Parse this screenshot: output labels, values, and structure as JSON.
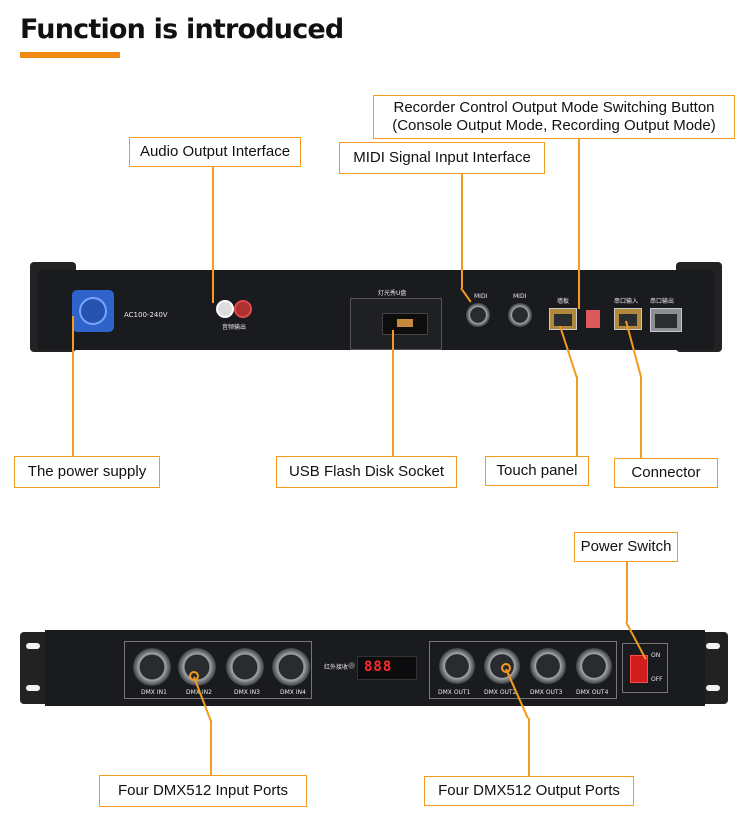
{
  "header": {
    "title": "Function is introduced"
  },
  "labels": {
    "audio_output": "Audio Output Interface",
    "midi_input": "MIDI Signal Input Interface",
    "recorder_line1": "Recorder Control Output Mode Switching Button",
    "recorder_line2": "(Console Output Mode, Recording Output Mode)",
    "power_supply": "The power supply",
    "usb_socket": "USB Flash Disk Socket",
    "touch_panel": "Touch panel",
    "connector": "Connector",
    "power_switch": "Power Switch",
    "dmx_input": "Four DMX512 Input Ports",
    "dmx_output": "Four DMX512 Output Ports"
  },
  "rear_panel": {
    "voltage": "AC100-240V",
    "audio_out": "音频输出",
    "usb": "灯光秀U盘",
    "midi1": "MIDI",
    "midi2": "MIDI",
    "touch": "墙板",
    "serial_in": "串口输入",
    "serial_out": "串口输出"
  },
  "front_panel": {
    "dmx_in": [
      "DMX IN1",
      "DMX IN2",
      "DMX IN3",
      "DMX IN4"
    ],
    "dmx_out": [
      "DMX OUT1",
      "DMX OUT2",
      "DMX OUT3",
      "DMX OUT4"
    ],
    "ir_label": "红外接收",
    "display": "888",
    "switch_on": "ON",
    "switch_off": "OFF"
  }
}
